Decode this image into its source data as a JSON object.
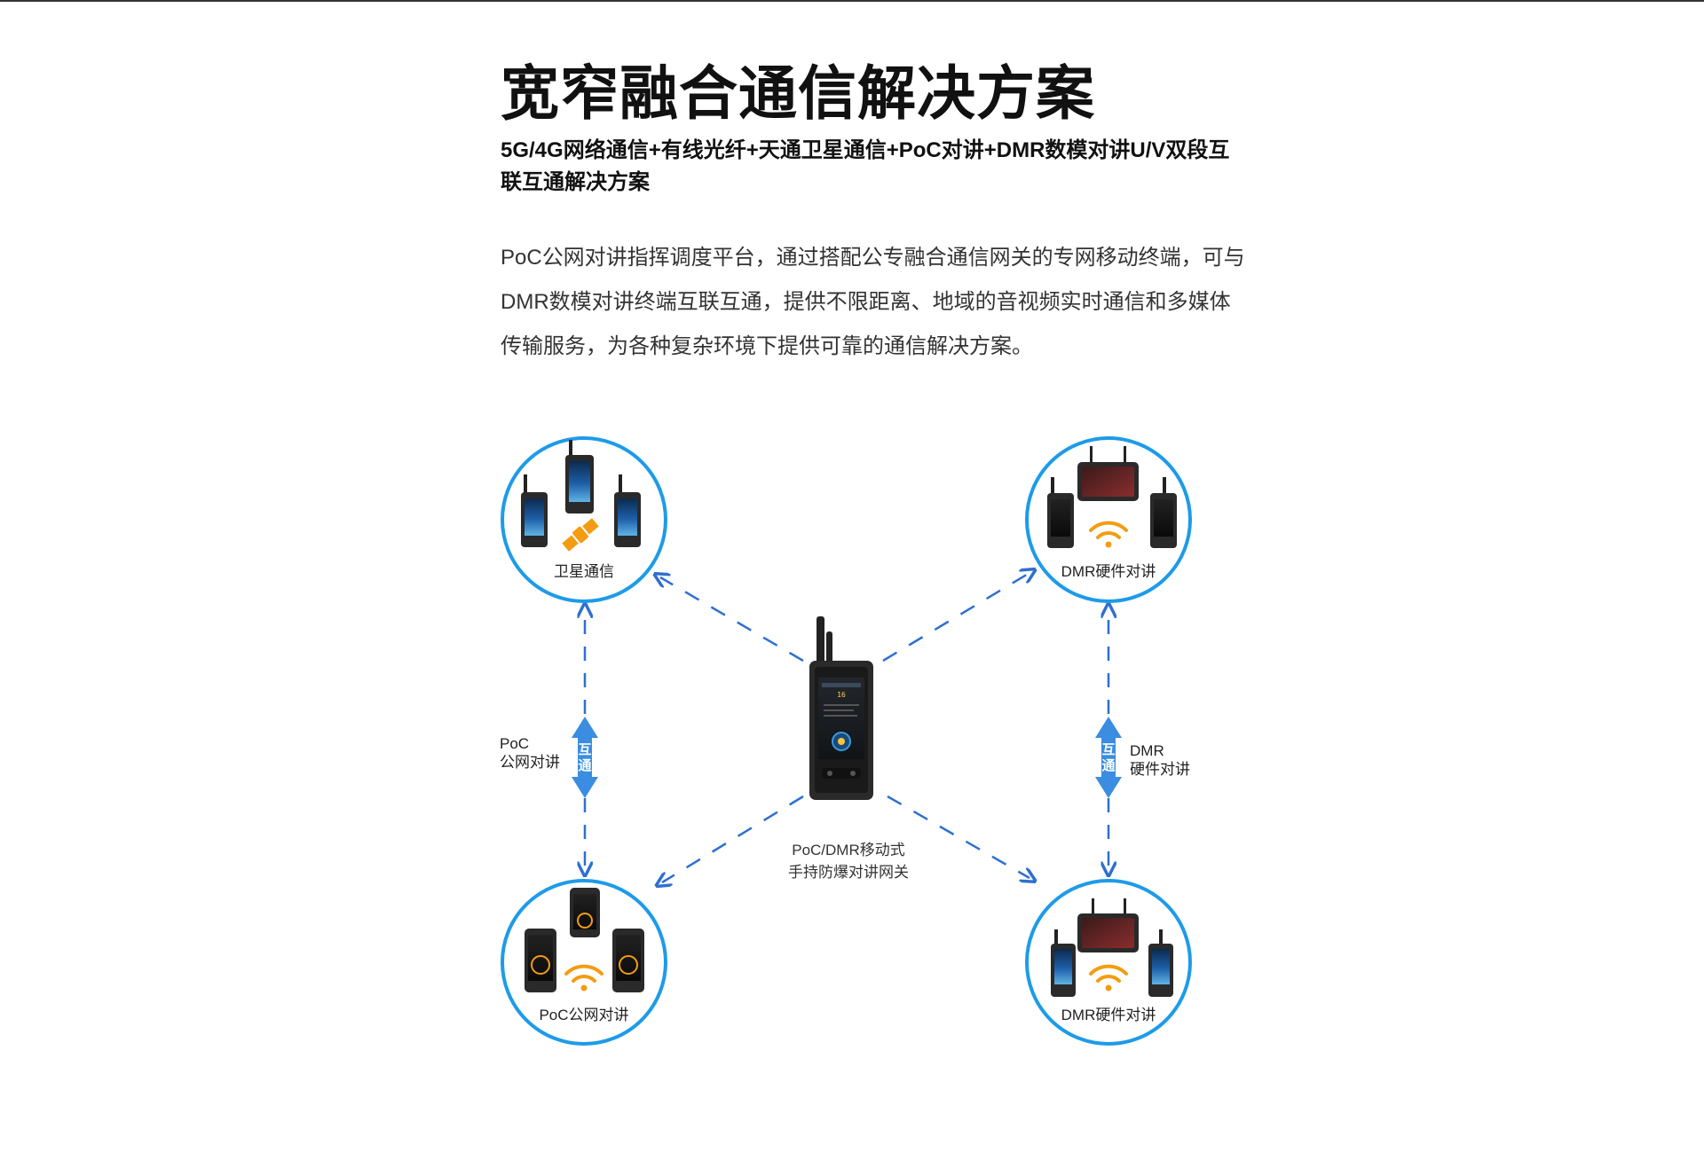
{
  "header": {
    "title": "宽窄融合通信解决方案",
    "subtitle": "5G/4G网络通信+有线光纤+天通卫星通信+PoC对讲+DMR数模对讲U/V双段互联互通解决方案",
    "description": "PoC公网对讲指挥调度平台，通过搭配公专融合通信网关的专网移动终端，可与DMR数模对讲终端互联互通，提供不限距离、地域的音视频实时通信和多媒体传输服务，为各种复杂环境下提供可靠的通信解决方案。"
  },
  "diagram": {
    "hub": {
      "label_line1": "PoC/DMR移动式",
      "label_line2": "手持防爆对讲网关",
      "icon": "explosion-proof-gateway-handset-icon"
    },
    "nodes": [
      {
        "id": "satellite",
        "label": "卫星通信",
        "icon": "satellite-icon"
      },
      {
        "id": "dmr-top",
        "label": "DMR硬件对讲",
        "icon": "wifi-signal-icon"
      },
      {
        "id": "poc",
        "label": "PoC公网对讲",
        "icon": "wifi-signal-icon"
      },
      {
        "id": "dmr-bottom",
        "label": "DMR硬件对讲",
        "icon": "wifi-signal-icon"
      }
    ],
    "links": {
      "left": {
        "line1": "PoC",
        "line2": "公网对讲",
        "badge": "互通"
      },
      "right": {
        "line1": "DMR",
        "line2": "硬件对讲",
        "badge": "互通"
      }
    },
    "colors": {
      "ring": "#1E9BE8",
      "arrow": "#2F6FD0",
      "accent_orange": "#F39C12",
      "device_body": "#2A2A2A",
      "screen_blue": "#1E5FA8"
    }
  }
}
